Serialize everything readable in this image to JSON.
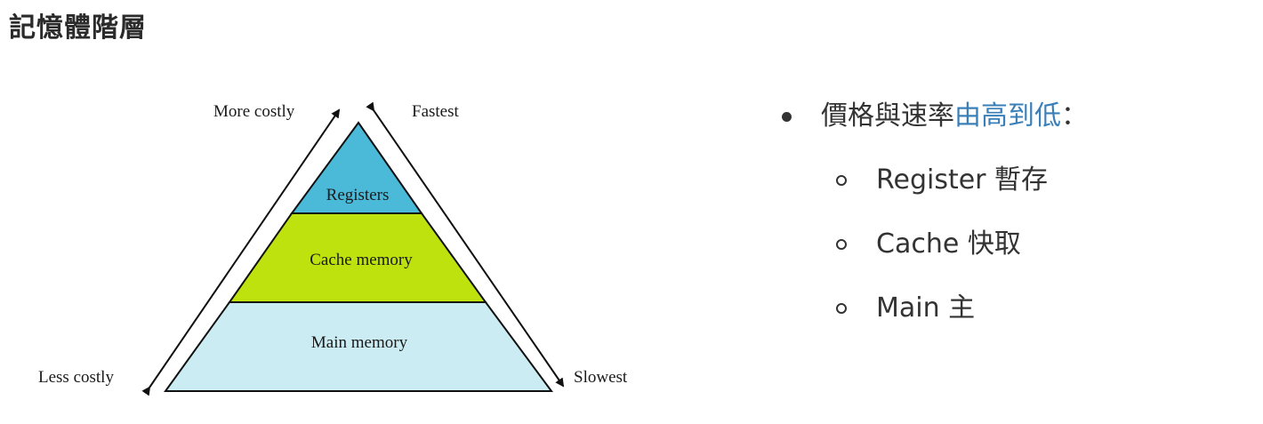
{
  "title": "記憶體階層",
  "diagram": {
    "tiers": [
      "Registers",
      "Cache memory",
      "Main memory"
    ],
    "labels": {
      "top_left": "More costly",
      "top_right": "Fastest",
      "bottom_left": "Less costly",
      "bottom_right": "Slowest"
    },
    "colors": {
      "registers": "#4bbad8",
      "cache": "#bde20e",
      "main": "#cbecf2"
    }
  },
  "notes": {
    "bullet_prefix": "價格與速率",
    "bullet_highlight": "由高到低",
    "bullet_suffix": "：",
    "accent_color": "#3a7fb8",
    "items": [
      "Register 暫存",
      "Cache 快取",
      "Main 主"
    ]
  }
}
